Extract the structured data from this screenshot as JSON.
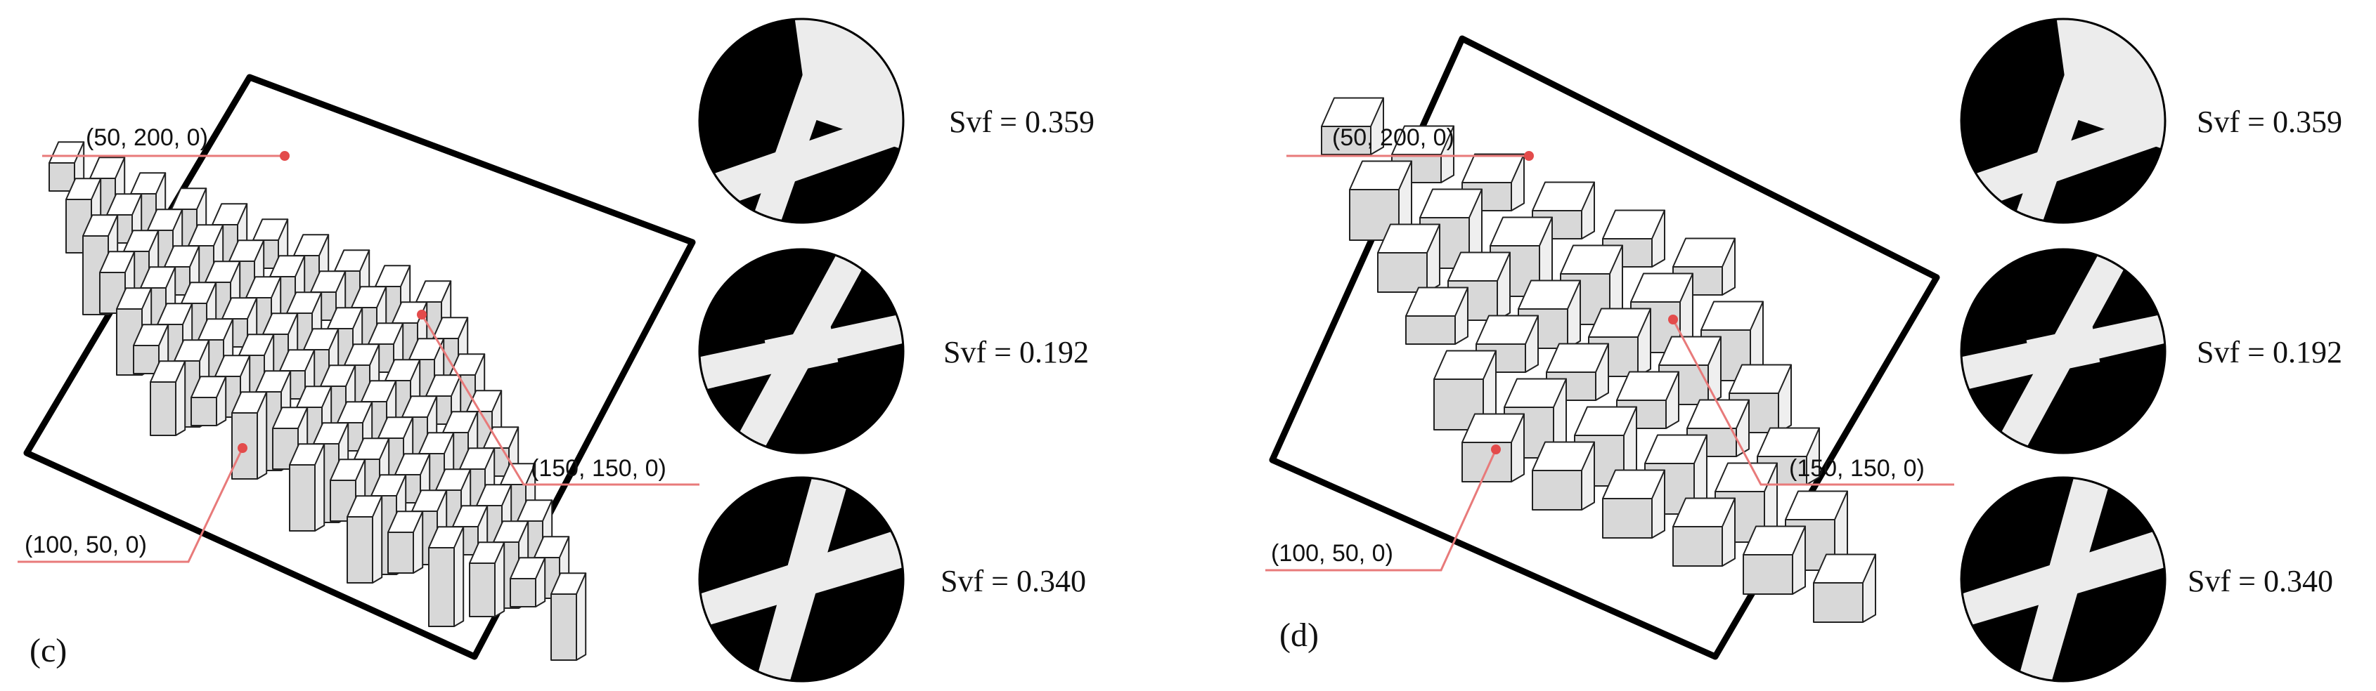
{
  "panels": [
    {
      "id": "c",
      "label": "(c)",
      "points": [
        {
          "label": "(50, 200, 0)"
        },
        {
          "label": "(150, 150, 0)"
        },
        {
          "label": "(100, 50, 0)"
        }
      ],
      "svf": [
        {
          "label": "Svf = 0.359"
        },
        {
          "label": "Svf = 0.192"
        },
        {
          "label": "Svf = 0.340"
        }
      ]
    },
    {
      "id": "d",
      "label": "(d)",
      "points": [
        {
          "label": "(50, 200, 0)"
        },
        {
          "label": "(150, 150, 0)"
        },
        {
          "label": "(100, 50, 0)"
        }
      ],
      "svf": [
        {
          "label": "Svf = 0.359"
        },
        {
          "label": "Svf = 0.192"
        },
        {
          "label": "Svf = 0.340"
        }
      ]
    }
  ],
  "colors": {
    "marker": "#e34b4b",
    "leader": "#e87a7a",
    "building_top": "#ffffff",
    "building_left": "#d8d8d8",
    "building_right": "#efefef",
    "sky": "#ececec",
    "obstruction": "#000000"
  }
}
